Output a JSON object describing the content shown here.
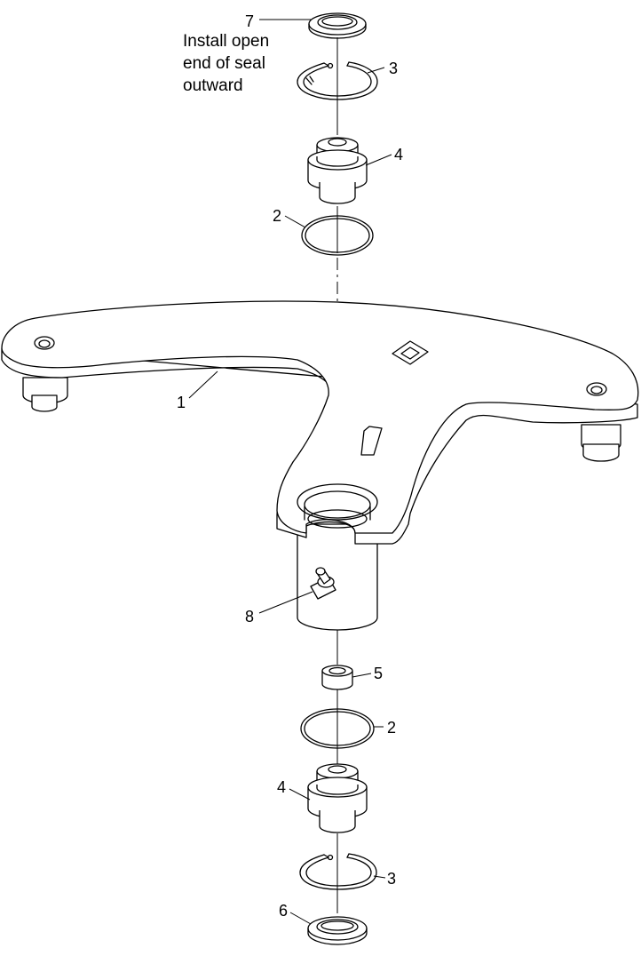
{
  "diagram": {
    "note_lines": [
      "Install open",
      "end of seal",
      "outward"
    ],
    "callouts": {
      "seal_top": "7",
      "snap_ring_top": "3",
      "bearing_top": "4",
      "oring_top": "2",
      "arm": "1",
      "grease_fitting": "8",
      "spacer": "5",
      "oring_bottom": "2",
      "bearing_bottom": "4",
      "snap_ring_bottom": "3",
      "seal_bottom": "6"
    }
  }
}
